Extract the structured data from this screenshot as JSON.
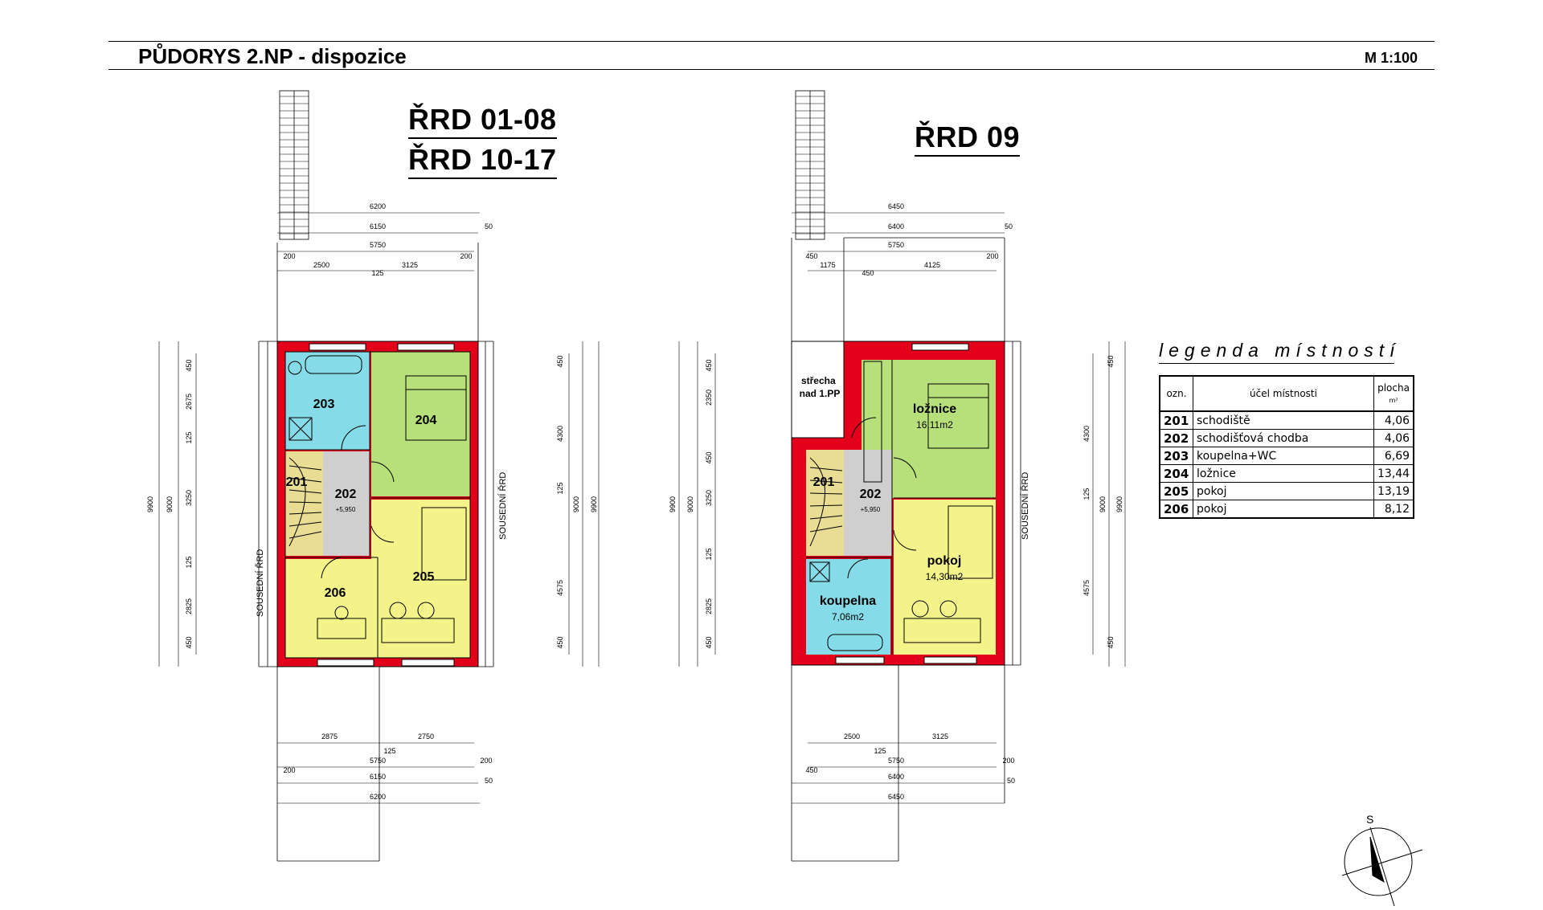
{
  "header": {
    "title": "PŮDORYS 2.NP - dispozice",
    "scale": "M 1:100"
  },
  "plan_left": {
    "labels": [
      "ŘRD 01-08",
      "ŘRD 10-17"
    ],
    "rooms": [
      {
        "id": "r201",
        "code": "201"
      },
      {
        "id": "r202",
        "code": "202",
        "level": "+5,950"
      },
      {
        "id": "r203",
        "code": "203"
      },
      {
        "id": "r204",
        "code": "204"
      },
      {
        "id": "r205",
        "code": "205"
      },
      {
        "id": "r206",
        "code": "206"
      }
    ],
    "neighbor_left": "SOUSEDNÍ ŘRD",
    "neighbor_right": "SOUSEDNÍ ŘRD",
    "dims_top": [
      "6200",
      "6150",
      "50",
      "5750",
      "200",
      "200",
      "2500",
      "125",
      "3125"
    ],
    "dims_bottom": [
      "2875",
      "125",
      "2750",
      "5750",
      "200",
      "200",
      "6150",
      "50",
      "6200"
    ],
    "dims_left": [
      "9900",
      "9000",
      "450",
      "2675",
      "125",
      "3250",
      "125",
      "2825",
      "450"
    ],
    "dims_right": [
      "450",
      "4300",
      "125",
      "4575",
      "450",
      "9000",
      "9900"
    ]
  },
  "plan_right": {
    "labels": [
      "ŘRD 09"
    ],
    "roof_note": "střecha nad 1.PP",
    "rooms": [
      {
        "id": "q201",
        "code": "201"
      },
      {
        "id": "q202",
        "code": "202",
        "level": "+5,950"
      },
      {
        "id": "q_loz",
        "code": "ložnice",
        "area": "16,11m2"
      },
      {
        "id": "q_pok",
        "code": "pokoj",
        "area": "14,30m2"
      },
      {
        "id": "q_kou",
        "code": "koupelna",
        "area": "7,06m2"
      }
    ],
    "neighbor_right": "SOUSEDNÍ ŘRD",
    "dims_top": [
      "6450",
      "6400",
      "50",
      "5750",
      "450",
      "200",
      "1175",
      "450",
      "4125"
    ],
    "dims_bottom": [
      "2500",
      "125",
      "3125",
      "5750",
      "450",
      "200",
      "6400",
      "50",
      "6450"
    ],
    "dims_left": [
      "9900",
      "9000",
      "450",
      "2350",
      "450",
      "3250",
      "125",
      "2825",
      "450"
    ],
    "dims_right": [
      "450",
      "4300",
      "125",
      "4575",
      "450",
      "9000",
      "9900"
    ]
  },
  "legend": {
    "title": "legenda místností",
    "columns": [
      "ozn.",
      "účel místnosti",
      "plocha",
      "m²"
    ],
    "rows": [
      {
        "code": "201",
        "use": "schodiště",
        "area": "4,06"
      },
      {
        "code": "202",
        "use": "schodišťová chodba",
        "area": "4,06"
      },
      {
        "code": "203",
        "use": "koupelna+WC",
        "area": "6,69"
      },
      {
        "code": "204",
        "use": "ložnice",
        "area": "13,44"
      },
      {
        "code": "205",
        "use": "pokoj",
        "area": "13,19"
      },
      {
        "code": "206",
        "use": "pokoj",
        "area": "8,12"
      }
    ]
  },
  "compass": {
    "label": "S"
  },
  "colors": {
    "wall": "#e3001b",
    "bath": "#86dbe8",
    "bedroom": "#b8e07a",
    "room_yellow": "#f3f38a",
    "stairs": "#e9dc93",
    "hall": "#cfcfcf"
  }
}
